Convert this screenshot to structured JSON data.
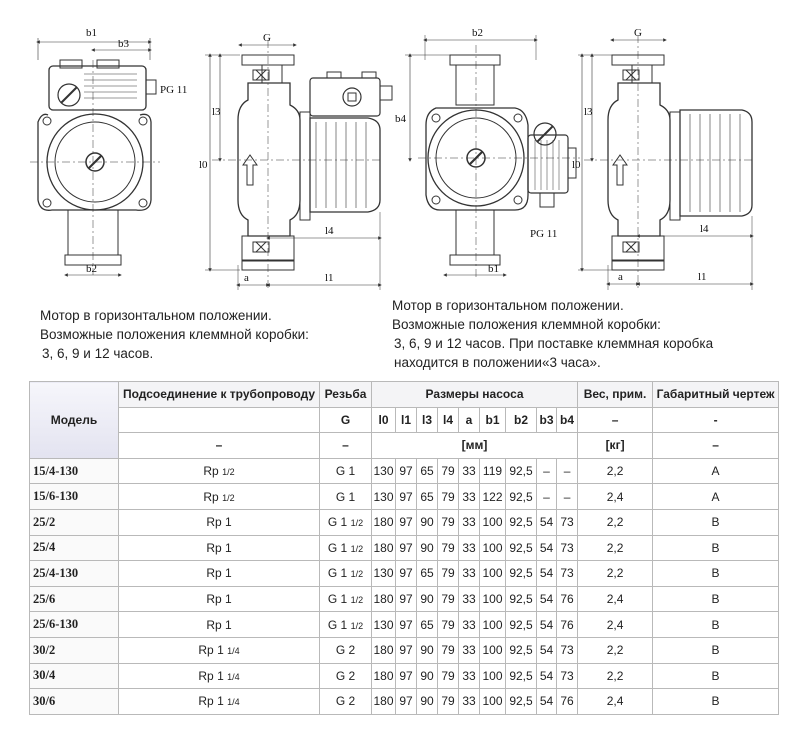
{
  "drawing_labels": {
    "b1": "b1",
    "b3": "b3",
    "pg11": "PG 11",
    "G": "G",
    "l3": "l3",
    "l0": "l0",
    "l4": "l4",
    "l1": "l1",
    "a": "a",
    "b2": "b2",
    "b4": "b4"
  },
  "captions": {
    "a": [
      "Мотор в горизонтальном положении.",
      "Возможные положения клеммной коробки:",
      "3, 6, 9 и 12 часов."
    ],
    "b": [
      "Мотор в горизонтальном положении.",
      "Возможные положения клеммной коробки:",
      "3, 6, 9 и 12 часов. При поставке клеммная коробка",
      "находится в положении«3 часа»."
    ]
  },
  "table": {
    "headers": {
      "model": "Модель",
      "connection": "Подсоединение к трубопроводу",
      "thread": "Резьба",
      "dims": "Размеры насоса",
      "weight": "Вес, прим.",
      "drawing": "Габаритный чертеж"
    },
    "subheaders": {
      "thread": "G",
      "dim_cols": [
        "l0",
        "l1",
        "l3",
        "l4",
        "a",
        "b1",
        "b2",
        "b3",
        "b4"
      ],
      "weight": "–",
      "drawing": "-"
    },
    "units": {
      "connection": "–",
      "thread": "–",
      "dims": "[мм]",
      "weight": "[кг]",
      "drawing": "–"
    },
    "rows": [
      {
        "model": "15/4-130",
        "conn": "Rp 1/2",
        "thread": "G 1",
        "dims": [
          "130",
          "97",
          "65",
          "79",
          "33",
          "119",
          "92,5",
          "–",
          "–"
        ],
        "weight": "2,2",
        "drawing": "A"
      },
      {
        "model": "15/6-130",
        "conn": "Rp 1/2",
        "thread": "G 1",
        "dims": [
          "130",
          "97",
          "65",
          "79",
          "33",
          "122",
          "92,5",
          "–",
          "–"
        ],
        "weight": "2,4",
        "drawing": "A"
      },
      {
        "model": "25/2",
        "conn": "Rp 1",
        "thread": "G 1 1/2",
        "dims": [
          "180",
          "97",
          "90",
          "79",
          "33",
          "100",
          "92,5",
          "54",
          "73"
        ],
        "weight": "2,2",
        "drawing": "B"
      },
      {
        "model": "25/4",
        "conn": "Rp 1",
        "thread": "G 1 1/2",
        "dims": [
          "180",
          "97",
          "90",
          "79",
          "33",
          "100",
          "92,5",
          "54",
          "73"
        ],
        "weight": "2,2",
        "drawing": "B"
      },
      {
        "model": "25/4-130",
        "conn": "Rp 1",
        "thread": "G 1 1/2",
        "dims": [
          "130",
          "97",
          "65",
          "79",
          "33",
          "100",
          "92,5",
          "54",
          "73"
        ],
        "weight": "2,2",
        "drawing": "B"
      },
      {
        "model": "25/6",
        "conn": "Rp 1",
        "thread": "G 1 1/2",
        "dims": [
          "180",
          "97",
          "90",
          "79",
          "33",
          "100",
          "92,5",
          "54",
          "76"
        ],
        "weight": "2,4",
        "drawing": "B"
      },
      {
        "model": "25/6-130",
        "conn": "Rp 1",
        "thread": "G 1 1/2",
        "dims": [
          "130",
          "97",
          "65",
          "79",
          "33",
          "100",
          "92,5",
          "54",
          "76"
        ],
        "weight": "2,4",
        "drawing": "B"
      },
      {
        "model": "30/2",
        "conn": "Rp 1 1/4",
        "thread": "G 2",
        "dims": [
          "180",
          "97",
          "90",
          "79",
          "33",
          "100",
          "92,5",
          "54",
          "73"
        ],
        "weight": "2,2",
        "drawing": "B"
      },
      {
        "model": "30/4",
        "conn": "Rp 1 1/4",
        "thread": "G 2",
        "dims": [
          "180",
          "97",
          "90",
          "79",
          "33",
          "100",
          "92,5",
          "54",
          "73"
        ],
        "weight": "2,2",
        "drawing": "B"
      },
      {
        "model": "30/6",
        "conn": "Rp 1 1/4",
        "thread": "G 2",
        "dims": [
          "180",
          "97",
          "90",
          "79",
          "33",
          "100",
          "92,5",
          "54",
          "76"
        ],
        "weight": "2,4",
        "drawing": "B"
      }
    ]
  }
}
